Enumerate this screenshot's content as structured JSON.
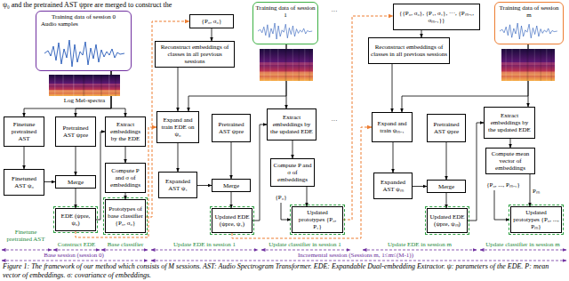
{
  "diagram": {
    "caption": "Figure 1: The framework of our method which consists of M sessions. AST: Audio Spectrogram Transformer. EDE: Expandable Dual-embedding Extractor. ψ: parameters of the EDE. P: mean vector of embeddings. σ: covariance of embeddings.",
    "nodes": [
      {
        "text": [
          "Training data of session 0",
          "Audio samples"
        ]
      },
      {
        "text": [
          "Finetune pretrained AST"
        ]
      },
      {
        "text": [
          "Pretrained AST ψpre"
        ]
      },
      {
        "text": [
          "Extract embeddings by the EDE"
        ]
      },
      {
        "text": [
          "Finetuned AST ψ₀"
        ]
      },
      {
        "text": [
          "Merge"
        ]
      },
      {
        "text": [
          "Compute P and σ of embeddings"
        ]
      },
      {
        "text": [
          "EDE (ψpre, ψ₀)"
        ]
      },
      {
        "text": [
          "Prototypes of base classifier {P₀, σ₀}"
        ]
      },
      {
        "text": [
          "{P₀, σ₀}"
        ]
      },
      {
        "text": [
          "Reconstruct embeddings of classes in all previous sessions"
        ]
      },
      {
        "text": [
          "Training data of session 1"
        ]
      },
      {
        "text": [
          "Expand and train EDE on ψ₀"
        ]
      },
      {
        "text": [
          "Pretrained AST ψpre"
        ]
      },
      {
        "text": [
          "Extract embeddings by the updated EDE"
        ]
      },
      {
        "text": [
          "Expanded AST ψ₁"
        ]
      },
      {
        "text": [
          "Merge"
        ]
      },
      {
        "text": [
          "Compute P and σ of embeddings"
        ]
      },
      {
        "text": [
          "Updated EDE (ψpre, ψ₁)"
        ]
      },
      {
        "text": [
          "Updated prototypes {P₀, P₁}"
        ]
      },
      {
        "text": [
          "{{P₀, σ₀}, {P₁, σ₁}, ···, {Pₘ₋₁, σₘ₋₁}}"
        ]
      },
      {
        "text": [
          "Reconstruct embeddings of classes in all previous sessions"
        ]
      },
      {
        "text": [
          "Training data of session m"
        ]
      },
      {
        "text": [
          "Expand and train ψₘ₋₁"
        ]
      },
      {
        "text": [
          "Pretrained AST ψpre"
        ]
      },
      {
        "text": [
          "Extract embeddings by the updated EDE"
        ]
      },
      {
        "text": [
          "Expanded AST ψₘ"
        ]
      },
      {
        "text": [
          "Merge"
        ]
      },
      {
        "text": [
          "Compute mean vector of embeddings"
        ]
      },
      {
        "text": [
          "Updated EDE (ψpre, ψₘ)"
        ]
      },
      {
        "text": [
          "Updated prototypes {P₀, ..., Pₘ}"
        ]
      }
    ],
    "edges": [
      {
        "from": 0,
        "to": 1,
        "arrow": "to"
      },
      {
        "from": 0,
        "to": 2,
        "arrow": "to"
      },
      {
        "from": 0,
        "to": 3,
        "arrow": "to"
      },
      {
        "from": 1,
        "to": 4,
        "arrow": "to"
      },
      {
        "from": 4,
        "to": 5,
        "arrow": "to"
      },
      {
        "from": 2,
        "to": 5,
        "arrow": "to"
      },
      {
        "from": 5,
        "to": 7,
        "arrow": "to"
      },
      {
        "from": 7,
        "to": 3,
        "arrow": "to"
      },
      {
        "from": 3,
        "to": 6,
        "arrow": "to"
      },
      {
        "from": 6,
        "to": 8,
        "arrow": "to"
      },
      {
        "from": 7,
        "to": 12,
        "arrow": "to"
      },
      {
        "from": 8,
        "to": 9,
        "arrow": "to"
      },
      {
        "from": 9,
        "to": 10,
        "arrow": "to"
      },
      {
        "from": 10,
        "to": 12,
        "arrow": "to"
      },
      {
        "from": 11,
        "to": 12,
        "arrow": "to"
      },
      {
        "from": 11,
        "to": 14,
        "arrow": "to"
      },
      {
        "from": 12,
        "to": 15,
        "arrow": "to"
      },
      {
        "from": 15,
        "to": 16,
        "arrow": "to"
      },
      {
        "from": 13,
        "to": 16,
        "arrow": "to"
      },
      {
        "from": 16,
        "to": 18,
        "arrow": "to"
      },
      {
        "from": 18,
        "to": 14,
        "arrow": "to"
      },
      {
        "from": 14,
        "to": 17,
        "arrow": "to"
      },
      {
        "from": 17,
        "to": 19,
        "arrow": "to"
      },
      {
        "from": 18,
        "to": 23,
        "arrow": "to"
      },
      {
        "from": 19,
        "to": 20,
        "arrow": "to"
      },
      {
        "from": 20,
        "to": 21,
        "arrow": "to"
      },
      {
        "from": 21,
        "to": 23,
        "arrow": "to"
      },
      {
        "from": 22,
        "to": 23,
        "arrow": "to"
      },
      {
        "from": 22,
        "to": 25,
        "arrow": "to"
      },
      {
        "from": 23,
        "to": 26,
        "arrow": "to"
      },
      {
        "from": 26,
        "to": 27,
        "arrow": "to"
      },
      {
        "from": 24,
        "to": 27,
        "arrow": "to"
      },
      {
        "from": 27,
        "to": 29,
        "arrow": "to"
      },
      {
        "from": 29,
        "to": 25,
        "arrow": "to"
      },
      {
        "from": 25,
        "to": 28,
        "arrow": "to"
      },
      {
        "from": 28,
        "to": 30,
        "arrow": "to"
      }
    ],
    "labels": [
      "ψ₀ and the pretrained AST ψpre are merged to construct the",
      "Log Mel-spectra",
      "{P₀}",
      "{P₀, ..., Pₘ₋₁}",
      "Pₘ",
      "···",
      "···",
      "Finetune pretrained AST",
      "Construct EDE",
      "Base classifier",
      "Update EDE in session 1",
      "Update classifier in session 1",
      "Update EDE in session m",
      "Update classifier in session m",
      "Base session (session 0)",
      "Incremental session (Sessions m, 1≤m≤(M-1))"
    ]
  }
}
